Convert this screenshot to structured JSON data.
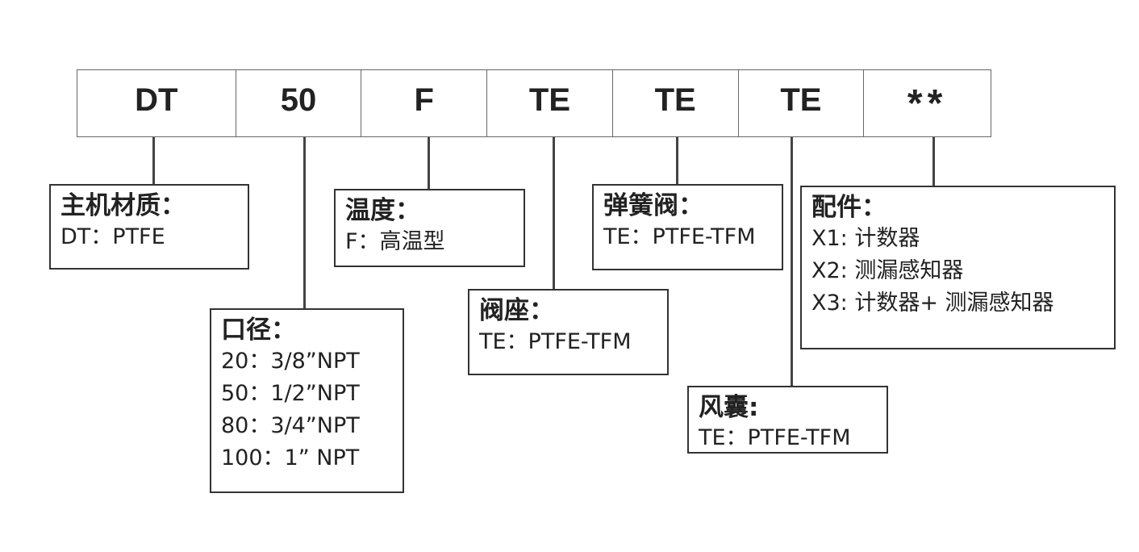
{
  "code_segments": [
    "DT",
    "50",
    "F",
    "TE",
    "TE",
    "TE",
    "**"
  ],
  "groups": {
    "material": {
      "title": "主机材质：",
      "options": [
        "DT：PTFE"
      ]
    },
    "port_size": {
      "title": "口径：",
      "options": [
        "20：3/8”NPT",
        "50：1/2”NPT",
        "80：3/4”NPT",
        "100：1” NPT"
      ]
    },
    "temperature": {
      "title": "温度：",
      "options": [
        "F：高温型"
      ]
    },
    "valve_seat": {
      "title": "阀座：",
      "options": [
        "TE：PTFE-TFM"
      ]
    },
    "spring_valve": {
      "title": "弹簧阀：",
      "options": [
        "TE：PTFE-TFM"
      ]
    },
    "bladder": {
      "title": "风囊:",
      "options": [
        "TE：PTFE-TFM"
      ]
    },
    "accessories": {
      "title": "配件：",
      "options": [
        "X1: 计数器",
        "X2: 测漏感知器",
        "X3: 计数器+ 测漏感知器"
      ]
    }
  },
  "colors": {
    "line": "#444444",
    "box_border": "#333333",
    "text": "#222222"
  }
}
